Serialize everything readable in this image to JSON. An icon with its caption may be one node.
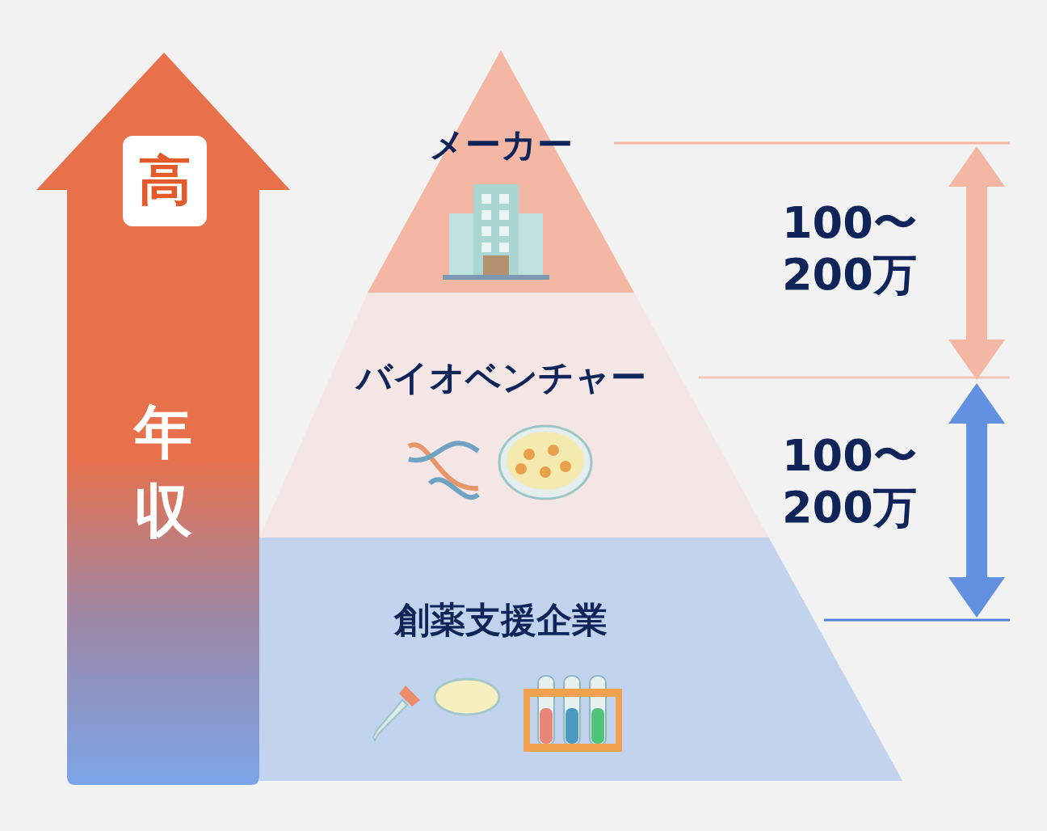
{
  "diagram": {
    "nodes": [
      {
        "text": [
          "年収"
        ]
      },
      {
        "text": [
          "高"
        ],
        "in": 0
      },
      {
        "text": [
          "メーカー"
        ]
      },
      {
        "text": [
          "バイオベンチャー"
        ]
      },
      {
        "text": [
          "創薬支援企業"
        ]
      }
    ],
    "labels": [
      "100〜 200万",
      "100〜 200万"
    ]
  }
}
